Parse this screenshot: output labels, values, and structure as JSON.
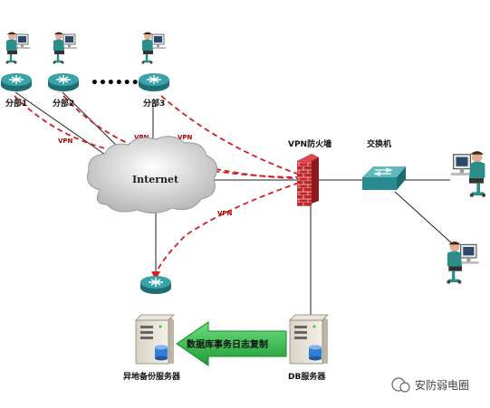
{
  "branches": [
    {
      "label": "分部1"
    },
    {
      "label": "分部2"
    },
    {
      "label": "分部3"
    }
  ],
  "ellipsis": "••••••",
  "internet_label": "Internet",
  "vpn_labels": [
    "VPN",
    "VPN",
    "VPN",
    "VPN"
  ],
  "firewall_label": "VPN防火墙",
  "switch_label": "交换机",
  "backup_server_label": "异地备份服务器",
  "db_server_label": "DB服务器",
  "replication_label": "数据库事务日志复制",
  "watermark": "安防弱电圈",
  "colors": {
    "vpn_line": "#d42020",
    "router": "#2f8f95",
    "firewall": "#c0282c",
    "switch": "#2f8f95",
    "arrow": "#2db34a"
  }
}
